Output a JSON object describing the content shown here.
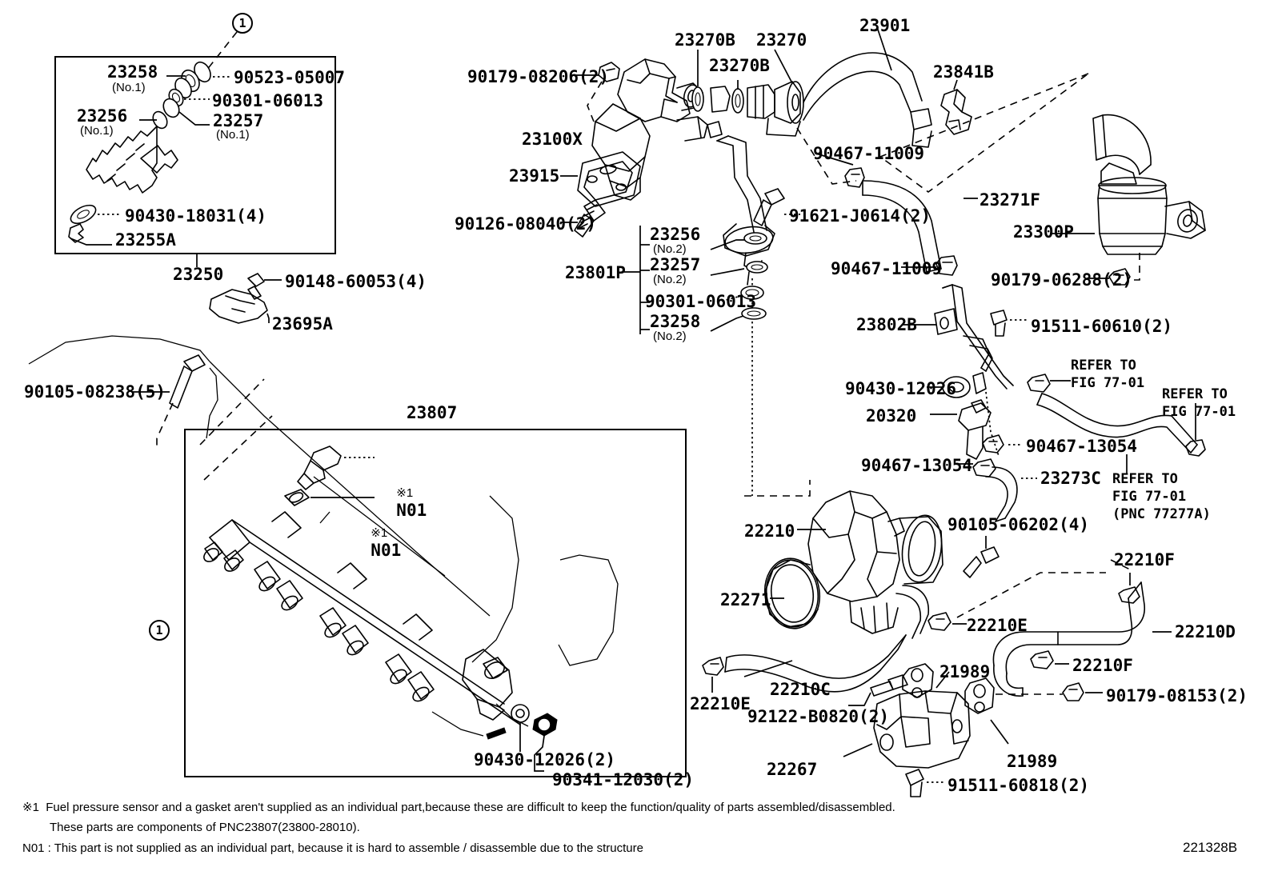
{
  "diagram": {
    "id": "221328B",
    "circle_callout": "1"
  },
  "groups": {
    "injector_box_code": "23250",
    "fuel_rail_box_code": "23807",
    "bracket_group_code": "23801P"
  },
  "labels": {
    "injector_box": [
      {
        "code": "23258",
        "sub": "(No.1)"
      },
      {
        "code": "90523-05007",
        "sub": ""
      },
      {
        "code": "90301-06013",
        "sub": ""
      },
      {
        "code": "23256",
        "sub": "(No.1)"
      },
      {
        "code": "23257",
        "sub": "(No.1)"
      },
      {
        "code": "90430-18031(4)",
        "sub": ""
      },
      {
        "code": "23255A",
        "sub": ""
      }
    ],
    "bracket_group": [
      {
        "code": "23256",
        "sub": "(No.2)"
      },
      {
        "code": "23257",
        "sub": "(No.2)"
      },
      {
        "code": "90301-06013",
        "sub": ""
      },
      {
        "code": "23258",
        "sub": "(No.2)"
      }
    ],
    "pump_area": [
      "90179-08206(2)",
      "23270B",
      "23270",
      "23270B",
      "23901",
      "23841B",
      "23100X",
      "23915",
      "90126-08040(2)",
      "90467-11009",
      "23271F",
      "91621-J0614(2)",
      "23300P",
      "90467-11009",
      "90179-06288(2)",
      "23802B",
      "91511-60610(2)",
      "90430-12026",
      "20320",
      "90467-13054",
      "90467-13054",
      "23273C"
    ],
    "left_area": [
      "90148-60053(4)",
      "23695A",
      "90105-08238(5)"
    ],
    "rail_box": [
      "N01",
      "N01",
      "90430-12026(2)",
      "90341-12030(2)"
    ],
    "throttle_area": [
      "22210",
      "22271",
      "90105-06202(4)",
      "22210F",
      "22210D",
      "22210E",
      "22210E",
      "22210F",
      "22210C",
      "21989",
      "21989",
      "22267",
      "92122-B0820(2)",
      "90179-08153(2)",
      "91511-60818(2)"
    ],
    "refer_1": "REFER TO\nFIG 77-01",
    "refer_2": "REFER TO\nFIG 77-01",
    "refer_3": "REFER TO\nFIG 77-01\n(PNC 77277A)",
    "asterisk_mark": "※1"
  },
  "footnotes": {
    "line1": "※1  Fuel pressure sensor and a gasket aren't supplied as an individual part,because these are difficult to keep the function/quality of parts assembled/disassembled.",
    "line2": "These parts are components of PNC23807(23800-28010).",
    "line3": "N01 : This part is not supplied as an individual part, because it is hard to assemble / disassemble due to the structure"
  }
}
